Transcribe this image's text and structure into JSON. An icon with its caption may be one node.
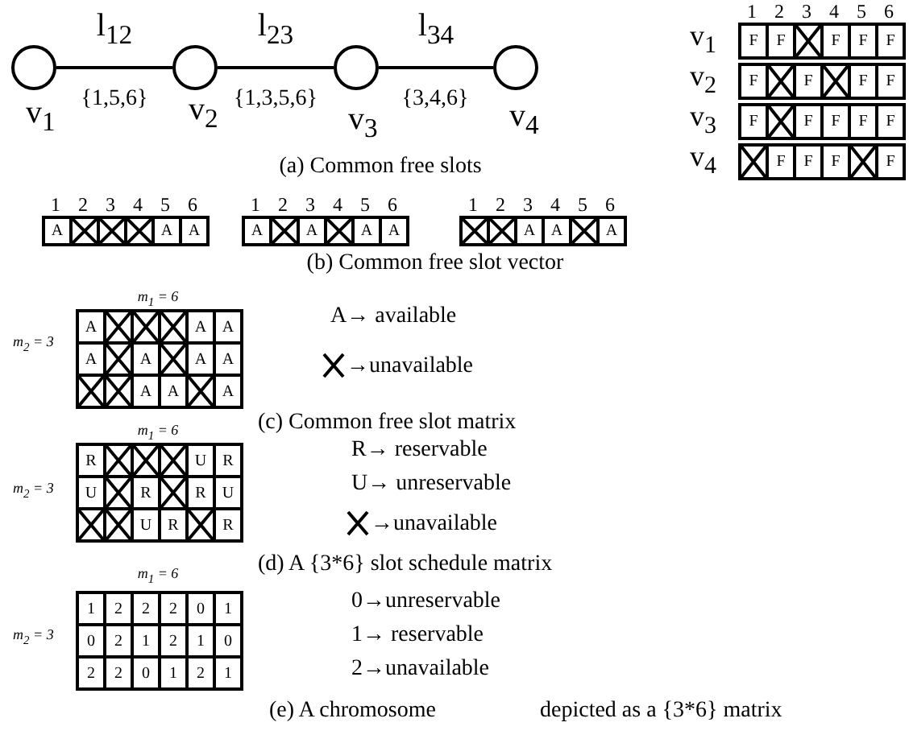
{
  "diagram": {
    "nodes": [
      {
        "text": [],
        "shape": "circle",
        "beside": [
          "v$_{1}$"
        ]
      },
      {
        "text": [],
        "shape": "circle",
        "beside": [
          "v$_{2}$"
        ]
      },
      {
        "text": [],
        "shape": "circle",
        "beside": [
          "v$_{3}$"
        ]
      },
      {
        "text": [],
        "shape": "circle",
        "beside": [
          "v$_{4}$"
        ]
      }
    ],
    "edges": [
      {
        "from": 0,
        "to": 1,
        "arrow": "none",
        "label": "l$_{12}$"
      },
      {
        "from": 1,
        "to": 2,
        "arrow": "none",
        "label": "l$_{23}$"
      },
      {
        "from": 2,
        "to": 3,
        "arrow": "none",
        "label": "l$_{34}$"
      }
    ],
    "labels": [
      "{1,5,6}",
      "{1,3,5,6}",
      "{3,4,6}",
      "(a) Common free slots",
      "1",
      "2",
      "3",
      "4",
      "5",
      "6",
      "v$_{1}$",
      "F",
      "F",
      "F",
      "F",
      "F",
      "v$_{2}$",
      "F",
      "F",
      "F",
      "F",
      "v$_{3}$",
      "F",
      "F",
      "F",
      "F",
      "F",
      "v$_{4}$",
      "F",
      "F",
      "F",
      "F",
      "1",
      "2",
      "3",
      "4",
      "5",
      "6",
      "A",
      "A",
      "A",
      "1",
      "2",
      "3",
      "4",
      "5",
      "6",
      "A",
      "A",
      "A",
      "A",
      "1",
      "2",
      "3",
      "4",
      "5",
      "6",
      "A",
      "A",
      "A",
      "(b) Common free slot vector",
      "m$_{1}$ = 6",
      "m$_{2}$ = 3",
      "A",
      "A",
      "A",
      "A",
      "A",
      "A",
      "A",
      "A",
      "A",
      "A",
      "A→ available",
      "→unavailable",
      "(c) Common free slot matrix",
      "m$_{1}$ = 6",
      "m$_{2}$ = 3",
      "R",
      "U",
      "R",
      "U",
      "R",
      "R",
      "U",
      "U",
      "R",
      "R",
      "R→ reservable",
      "U→ unreservable",
      "→unavailable",
      "(d) A {3*6} slot schedule matrix",
      "m$_{1}$ = 6",
      "m$_{2}$ = 3",
      "1",
      "2",
      "2",
      "2",
      "0",
      "1",
      "0",
      "2",
      "1",
      "2",
      "1",
      "0",
      "2",
      "2",
      "0",
      "1",
      "2",
      "1",
      "0→unreservable",
      "1→ reservable",
      "2→unavailable",
      "(e) A chromosome",
      "depicted as a {3*6} matrix"
    ]
  }
}
